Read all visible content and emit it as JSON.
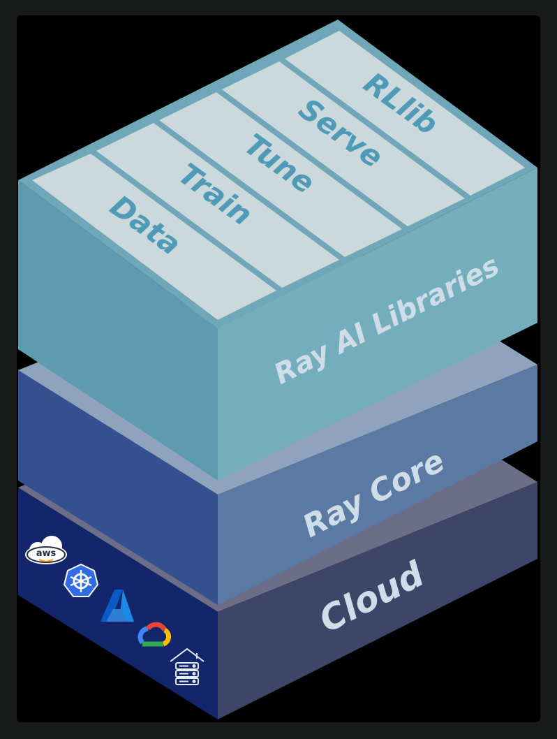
{
  "diagram": {
    "libraries_layer": {
      "label": "Ray AI Libraries",
      "libraries": [
        "Data",
        "Train",
        "Tune",
        "Serve",
        "RLlib"
      ]
    },
    "core_layer": {
      "label": "Ray Core"
    },
    "cloud_layer": {
      "label": "Cloud",
      "providers": [
        {
          "name": "aws",
          "icon": "aws-cloud-icon"
        },
        {
          "name": "kubernetes",
          "icon": "kubernetes-helm-icon"
        },
        {
          "name": "azure",
          "icon": "azure-logo-icon"
        },
        {
          "name": "google-cloud",
          "icon": "google-cloud-icon"
        },
        {
          "name": "on-premise",
          "icon": "on-premise-server-icon"
        }
      ]
    }
  },
  "colors": {
    "background": "#181a19",
    "panel": "#000000",
    "library_cell": "#cbd8dc",
    "library_text": "#4f9ab7",
    "libraries_front": "#74aebc",
    "libraries_left": "#5e9bb1",
    "core_top": "#8fa3bd",
    "core_front": "#5a7aa3",
    "core_left": "#35508f",
    "cloud_top": "#6b6e86",
    "cloud_front": "#3d4669",
    "cloud_left": "#14266b",
    "light_text": "#cfdde8"
  }
}
